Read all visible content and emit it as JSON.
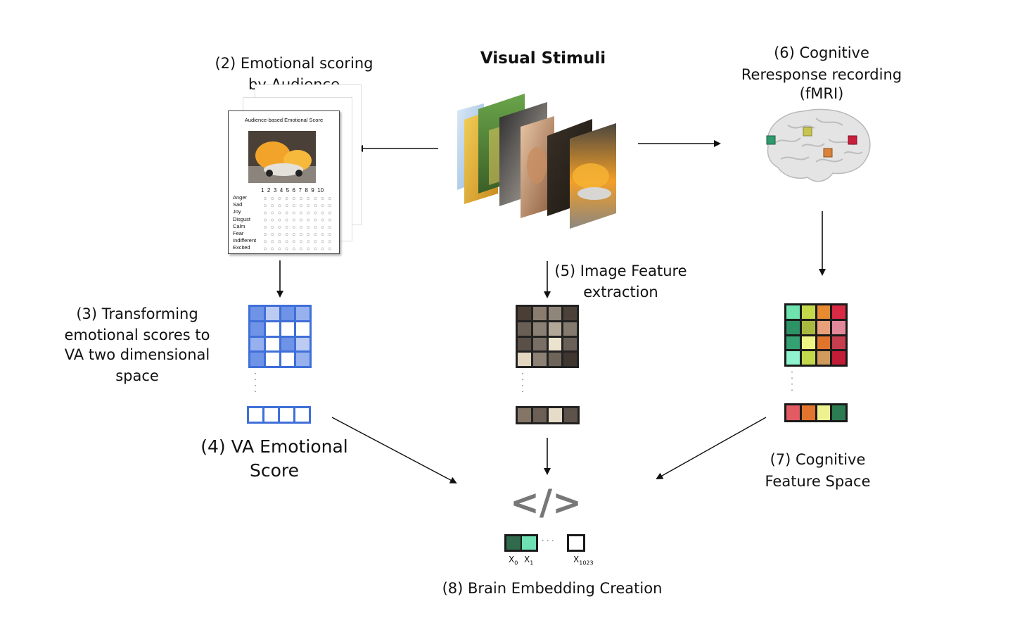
{
  "labels": {
    "visual_stimuli": "Visual Stimuli",
    "step2": [
      "(2) Emotional scoring",
      "by Audience"
    ],
    "step3": [
      "(3) Transforming",
      "emotional scores to",
      "VA two dimensional",
      "space"
    ],
    "step4": [
      "(4) VA Emotional",
      "Score"
    ],
    "step5": [
      "(5) Image Feature",
      "extraction"
    ],
    "step6": [
      "(6) Cognitive",
      "Reresponse recording",
      "(fMRI)"
    ],
    "step7": [
      "(7) Cognitive",
      "Feature Space"
    ],
    "step8": "(8) Brain Embedding Creation"
  },
  "score_sheet": {
    "title": "Audience-based Emotional Score",
    "scale": [
      "1",
      "2",
      "3",
      "4",
      "5",
      "6",
      "7",
      "8",
      "9",
      "10"
    ],
    "emotions": [
      "Anger",
      "Sad",
      "Joy",
      "Disgust",
      "Calm",
      "Fear",
      "Indifferent",
      "Excited"
    ]
  },
  "embedding": {
    "code_symbol": "</>",
    "x0": "X",
    "x0_sub": "0",
    "x1": "X",
    "x1_sub": "1",
    "xn": "X",
    "xn_sub": "1023",
    "ellipsis": "· · ·"
  },
  "colors": {
    "va_blue": "#3f6fd8",
    "va_light": "#a9bdf0",
    "feature_dark": "#222222",
    "cog_border": "#1a1a1a",
    "emb_dark": "#2f6b4c",
    "emb_light": "#6fe0b4"
  },
  "va_matrix": [
    [
      1,
      0.4,
      1,
      0.6
    ],
    [
      1,
      0,
      0,
      0
    ],
    [
      0.6,
      0,
      1,
      0.4
    ],
    [
      1,
      0,
      0,
      0.6
    ]
  ],
  "feature_matrix": [
    [
      "#4a3e35",
      "#8a7d70",
      "#8f8578",
      "#4c4239"
    ],
    [
      "#6a5f55",
      "#8b8074",
      "#b3a898",
      "#857a6e"
    ],
    [
      "#5a5048",
      "#7a6f64",
      "#ece3cf",
      "#6a6057"
    ],
    [
      "#e3d7c2",
      "#8d8174",
      "#6f645a",
      "#3f362f"
    ]
  ],
  "cognitive_matrix": [
    [
      "#6fe3ae",
      "#c3d94a",
      "#e88a2f",
      "#d92a44"
    ],
    [
      "#2d9266",
      "#a9b83e",
      "#e7a07a",
      "#e3889a"
    ],
    [
      "#34a172",
      "#eef386",
      "#e1742c",
      "#c63d4d"
    ],
    [
      "#8ff3cf",
      "#c2d74c",
      "#cf9a5c",
      "#c21c37"
    ]
  ],
  "va_vector": [
    "#ffffff",
    "#ffffff",
    "#ffffff",
    "#ffffff"
  ],
  "feature_vector": [
    "#847567",
    "#6c6056",
    "#e6dcc8",
    "#5d534a"
  ],
  "cognitive_vector": [
    "#e25a62",
    "#e2742d",
    "#eef190",
    "#2d7b52"
  ]
}
